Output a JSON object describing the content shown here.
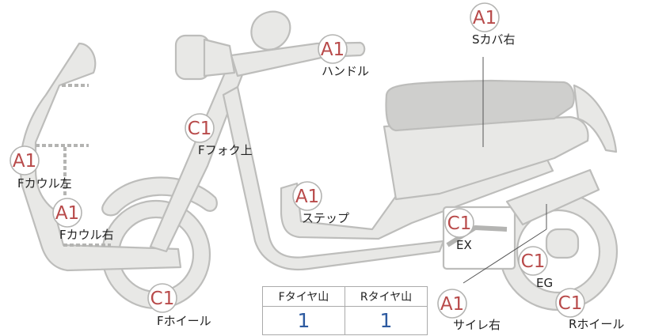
{
  "parts": [
    {
      "grade": "A1",
      "label": "Sカバ右"
    },
    {
      "grade": "A1",
      "label": "ハンドル"
    },
    {
      "grade": "C1",
      "label": "Fフォク上"
    },
    {
      "grade": "A1",
      "label": "Fカウル左"
    },
    {
      "grade": "A1",
      "label": "ステップ"
    },
    {
      "grade": "A1",
      "label": "Fカウル右"
    },
    {
      "grade": "C1",
      "label": "EX"
    },
    {
      "grade": "C1",
      "label": "EG"
    },
    {
      "grade": "C1",
      "label": "Fホイール"
    },
    {
      "grade": "A1",
      "label": "サイレ右"
    },
    {
      "grade": "C1",
      "label": "Rホイール"
    }
  ],
  "tire_table": {
    "headers": [
      "Fタイヤ山",
      "Rタイヤ山"
    ],
    "values": [
      "1",
      "1"
    ]
  }
}
